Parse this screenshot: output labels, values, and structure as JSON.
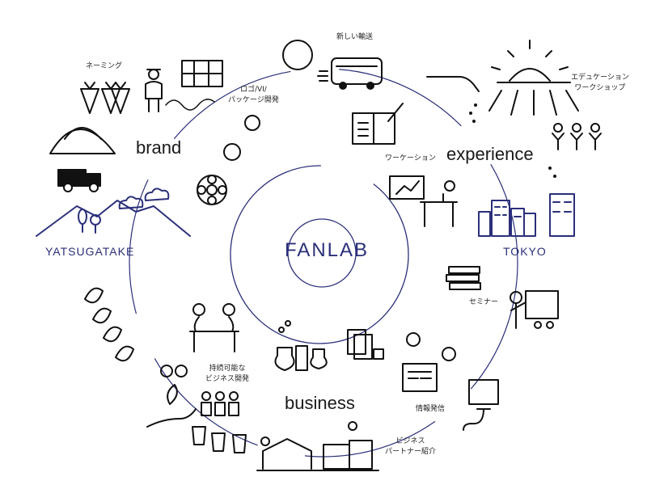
{
  "center": {
    "title": "FANLAB"
  },
  "regions": {
    "yatsugatake": "YATSUGATAKE",
    "tokyo": "TOKYO"
  },
  "themes": {
    "brand": "brand",
    "experience": "experience",
    "business": "business"
  },
  "labels": {
    "naming": "ネーミング",
    "logo_line1": "ロゴ/VI/",
    "logo_line2": "パッケージ開発",
    "transport": "新しい輸送",
    "education_line1": "エデュケーション",
    "education_line2": "ワークショップ",
    "workation": "ワーケーション",
    "seminar": "セミナー",
    "sustainable_line1": "持続可能な",
    "sustainable_line2": "ビジネス開発",
    "info": "情報発信",
    "partner_line1": "ビジネス",
    "partner_line2": "パートナー紹介"
  },
  "colors": {
    "navy": "#2b2f7a",
    "ink": "#1a1a1a"
  }
}
